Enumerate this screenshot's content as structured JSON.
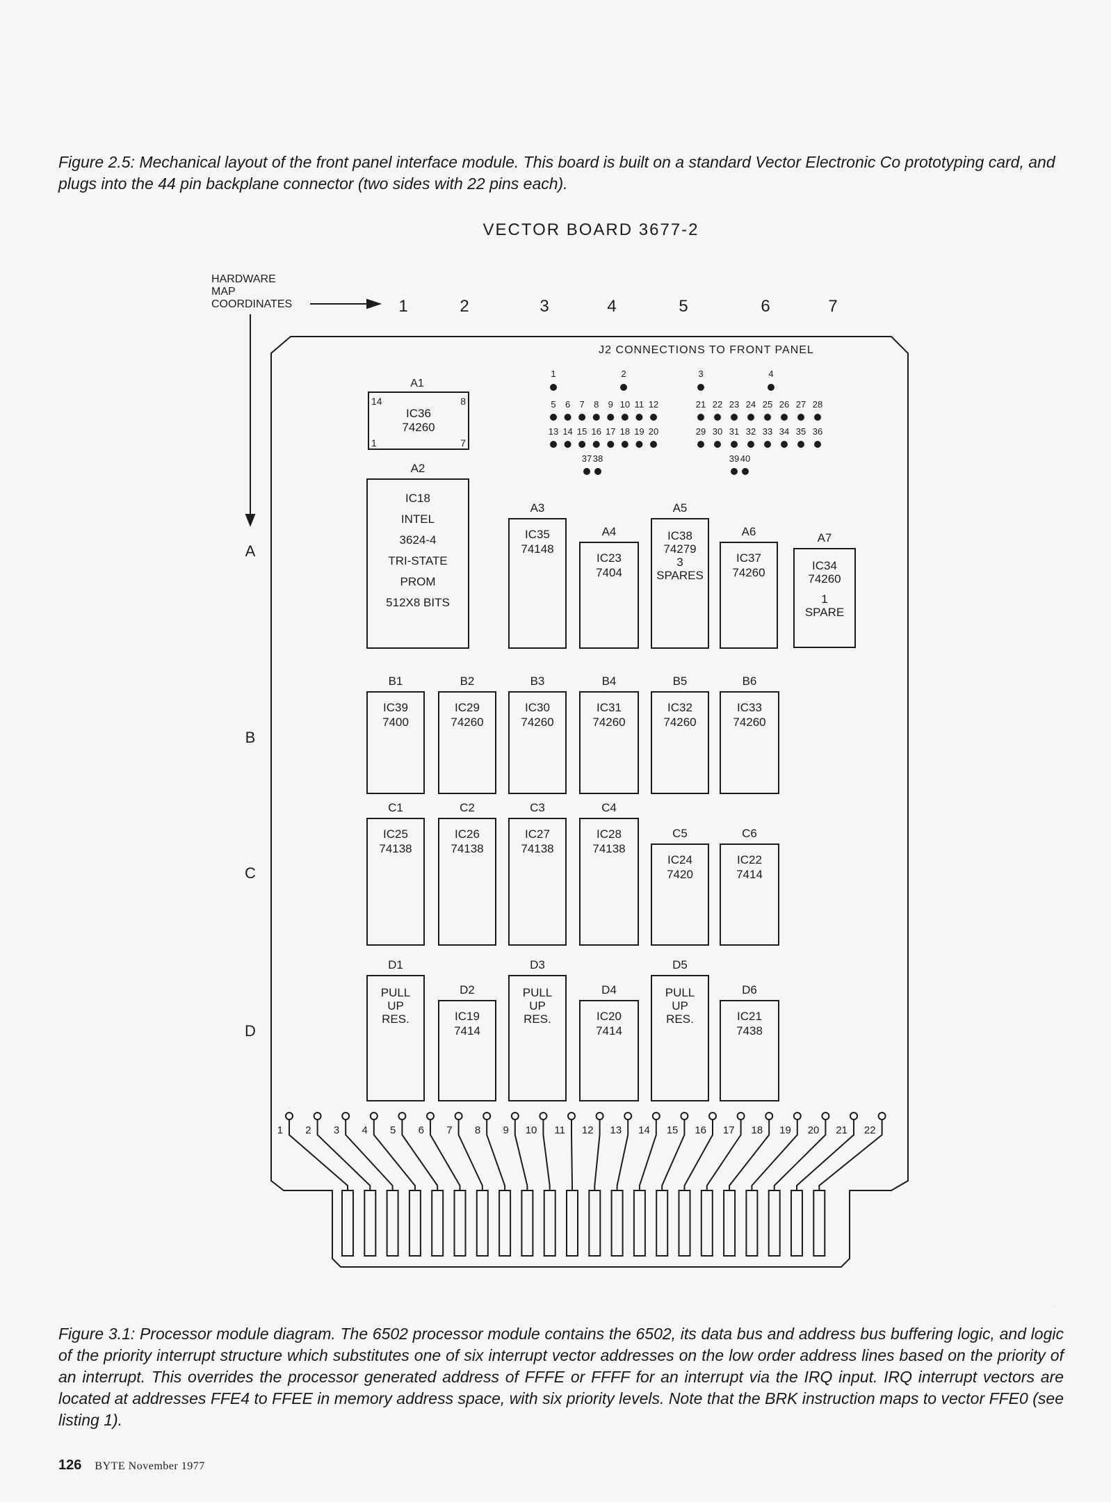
{
  "figure_2_5_caption": "Figure 2.5: Mechanical layout of the front panel interface module. This board is built on a standard Vector Electronic Co prototyping card, and plugs into the 44 pin backplane connector (two sides with 22 pins each).",
  "diagram": {
    "title": "VECTOR BOARD 3677-2",
    "map_label": [
      "HARDWARE",
      "MAP",
      "COORDINATES"
    ],
    "col_labels": [
      "1",
      "2",
      "3",
      "4",
      "5",
      "6",
      "7"
    ],
    "row_labels": [
      "A",
      "B",
      "C",
      "D"
    ],
    "j2_title": "J2 CONNECTIONS TO FRONT PANEL",
    "j2_groups": [
      {
        "rows": [
          [
            "1",
            "2"
          ],
          [
            "5",
            "6",
            "7",
            "8",
            "9",
            "10",
            "11",
            "12"
          ],
          [
            "13",
            "14",
            "15",
            "16",
            "17",
            "18",
            "19",
            "20"
          ],
          [
            "37",
            "38"
          ]
        ]
      },
      {
        "rows": [
          [
            "3",
            "4"
          ],
          [
            "21",
            "22",
            "23",
            "24",
            "25",
            "26",
            "27",
            "28"
          ],
          [
            "29",
            "30",
            "31",
            "32",
            "33",
            "34",
            "35",
            "36"
          ],
          [
            "39",
            "40"
          ]
        ]
      }
    ],
    "ic_a1": {
      "pos": "A1",
      "lines": [
        "IC36",
        "74260"
      ],
      "pins": [
        "14",
        "8",
        "1",
        "7"
      ]
    },
    "chips": [
      {
        "pos": "A2",
        "lines": [
          "IC18",
          "INTEL",
          "3624-4",
          "TRI-STATE",
          "PROM",
          "512X8 BITS"
        ]
      },
      {
        "pos": "A3",
        "lines": [
          "IC35",
          "74148"
        ]
      },
      {
        "pos": "A4",
        "lines": [
          "IC23",
          "7404"
        ]
      },
      {
        "pos": "A5",
        "lines": [
          "IC38",
          "74279",
          "3",
          "SPARES"
        ]
      },
      {
        "pos": "A6",
        "lines": [
          "IC37",
          "74260"
        ]
      },
      {
        "pos": "A7",
        "lines": [
          "IC34",
          "74260",
          "1",
          "SPARE"
        ]
      },
      {
        "pos": "B1",
        "lines": [
          "IC39",
          "7400"
        ]
      },
      {
        "pos": "B2",
        "lines": [
          "IC29",
          "74260"
        ]
      },
      {
        "pos": "B3",
        "lines": [
          "IC30",
          "74260"
        ]
      },
      {
        "pos": "B4",
        "lines": [
          "IC31",
          "74260"
        ]
      },
      {
        "pos": "B5",
        "lines": [
          "IC32",
          "74260"
        ]
      },
      {
        "pos": "B6",
        "lines": [
          "IC33",
          "74260"
        ]
      },
      {
        "pos": "C1",
        "lines": [
          "IC25",
          "74138"
        ]
      },
      {
        "pos": "C2",
        "lines": [
          "IC26",
          "74138"
        ]
      },
      {
        "pos": "C3",
        "lines": [
          "IC27",
          "74138"
        ]
      },
      {
        "pos": "C4",
        "lines": [
          "IC28",
          "74138"
        ]
      },
      {
        "pos": "C5",
        "lines": [
          "IC24",
          "7420"
        ]
      },
      {
        "pos": "C6",
        "lines": [
          "IC22",
          "7414"
        ]
      },
      {
        "pos": "D1",
        "lines": [
          "PULL",
          "UP",
          "RES."
        ]
      },
      {
        "pos": "D2",
        "lines": [
          "IC19",
          "7414"
        ]
      },
      {
        "pos": "D3",
        "lines": [
          "PULL",
          "UP",
          "RES."
        ]
      },
      {
        "pos": "D4",
        "lines": [
          "IC20",
          "7414"
        ]
      },
      {
        "pos": "D5",
        "lines": [
          "PULL",
          "UP",
          "RES."
        ]
      },
      {
        "pos": "D6",
        "lines": [
          "IC21",
          "7438"
        ]
      }
    ],
    "edge_pins": [
      "1",
      "2",
      "3",
      "4",
      "5",
      "6",
      "7",
      "8",
      "9",
      "10",
      "11",
      "12",
      "13",
      "14",
      "15",
      "16",
      "17",
      "18",
      "19",
      "20",
      "21",
      "22"
    ]
  },
  "figure_3_1_caption": "Figure 3.1: Processor module diagram. The 6502 processor module contains the 6502, its data bus and address bus buffering logic, and logic of the priority interrupt structure which substitutes one of six interrupt vector addresses on the low order address lines based on the priority of an interrupt. This overrides the processor generated address of FFFE or FFFF for an interrupt via the IRQ input. IRQ interrupt vectors are located at addresses FFE4 to FFEE in memory address space, with six priority levels. Note that the BRK instruction maps to vector FFE0 (see listing 1).",
  "footer": {
    "page_number": "126",
    "magazine": "BYTE November 1977"
  }
}
